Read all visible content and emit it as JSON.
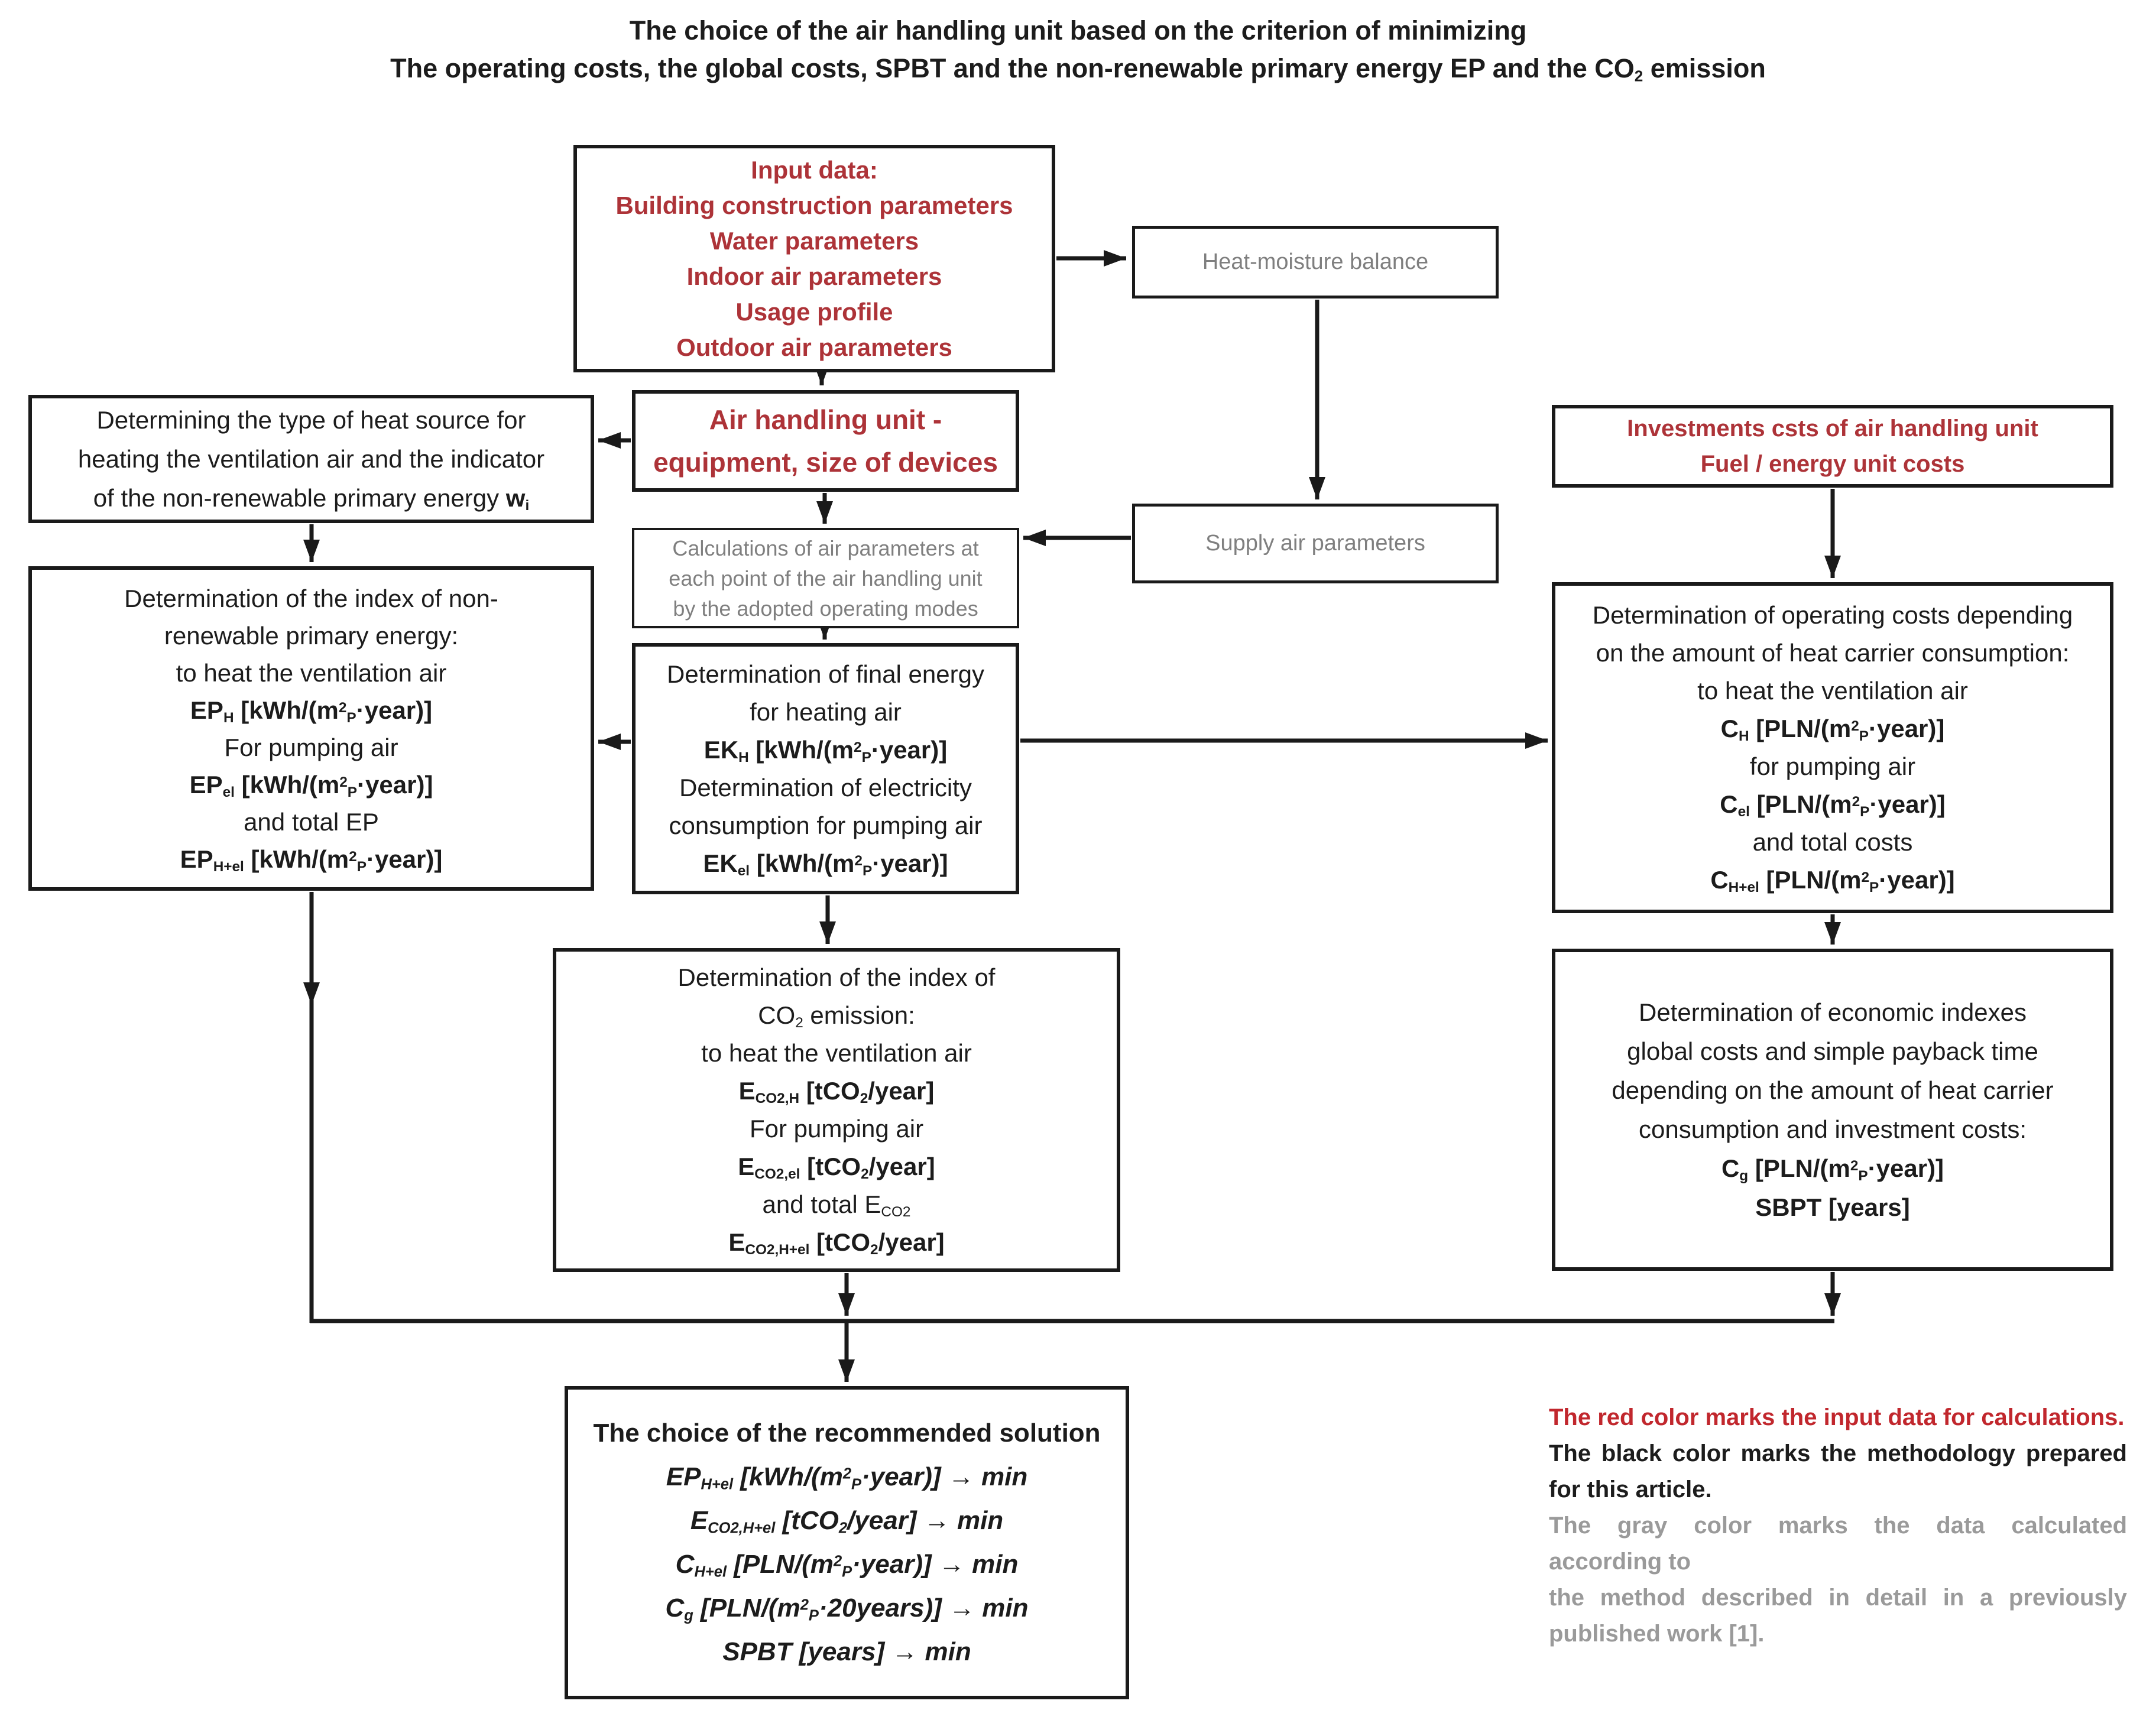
{
  "colors": {
    "black": "#1C1C1C",
    "border": "#1A1A1A",
    "red_box": "#AD3338",
    "red_legend": "#C1272D",
    "gray_box": "#7F7F7F",
    "gray_legend": "#9A9A9A"
  },
  "title": {
    "line1": "The choice of the air handling unit based on the criterion of minimizing",
    "line2": "The operating costs, the global costs, SPBT and the non-renewable primary energy EP and the CO~2~ emission"
  },
  "boxes": {
    "input_data": {
      "lines": [
        {
          "t": "Input data:",
          "s": ""
        },
        {
          "t": "Building construction parameters",
          "s": ""
        },
        {
          "t": "Water parameters",
          "s": ""
        },
        {
          "t": "Indoor air parameters",
          "s": ""
        },
        {
          "t": "Usage profile",
          "s": ""
        },
        {
          "t": "Outdoor air parameters",
          "s": ""
        }
      ]
    },
    "heat_moisture": {
      "lines": [
        {
          "t": "Heat-moisture balance",
          "s": ""
        }
      ]
    },
    "air_handling": {
      "lines": [
        {
          "t": "Air handling unit -",
          "s": ""
        },
        {
          "t": "equipment, size of devices",
          "s": ""
        }
      ]
    },
    "determining": {
      "lines": [
        {
          "t": "Determining the type of heat source for",
          "s": ""
        },
        {
          "t": "heating the ventilation air and the indicator",
          "s": ""
        },
        {
          "t": "of the non-renewable primary energy *w~i~*",
          "s": ""
        }
      ]
    },
    "calculations": {
      "lines": [
        {
          "t": "Calculations of air parameters at",
          "s": ""
        },
        {
          "t": "each point of the air handling unit",
          "s": ""
        },
        {
          "t": "by the adopted operating modes",
          "s": ""
        }
      ]
    },
    "supply_air": {
      "lines": [
        {
          "t": "Supply air parameters",
          "s": ""
        }
      ]
    },
    "investments": {
      "lines": [
        {
          "t": "Investments csts of air handling unit",
          "s": ""
        },
        {
          "t": "Fuel / energy unit costs",
          "s": ""
        }
      ]
    },
    "ep_index": {
      "lines": [
        {
          "t": "Determination of the index of non-",
          "s": ""
        },
        {
          "t": "renewable primary energy:",
          "s": ""
        },
        {
          "t": "to heat the ventilation air",
          "s": ""
        },
        {
          "t": "EP~H~ [kWh/(m^2^~P~·year)]",
          "s": "b"
        },
        {
          "t": "For pumping air",
          "s": ""
        },
        {
          "t": "EP~el~ [kWh/(m^2^~P~·year)]",
          "s": "b"
        },
        {
          "t": "and total EP",
          "s": ""
        },
        {
          "t": "EP~H+el~ [kWh/(m^2^~P~·year)]",
          "s": "b"
        }
      ]
    },
    "final_energy": {
      "lines": [
        {
          "t": "Determination of final energy",
          "s": ""
        },
        {
          "t": "for heating air",
          "s": ""
        },
        {
          "t": "EK~H~ [kWh/(m^2^~P~·year)]",
          "s": "b"
        },
        {
          "t": "Determination of electricity",
          "s": ""
        },
        {
          "t": "consumption for pumping air",
          "s": ""
        },
        {
          "t": "EK~el~ [kWh/(m^2^~P~·year)]",
          "s": "b"
        }
      ]
    },
    "operating_costs": {
      "lines": [
        {
          "t": "Determination of operating costs depending",
          "s": ""
        },
        {
          "t": "on the amount of heat carrier consumption:",
          "s": ""
        },
        {
          "t": "to heat the ventilation air",
          "s": ""
        },
        {
          "t": "C~H~ [PLN/(m^2^~P~·year)]",
          "s": "b"
        },
        {
          "t": "for pumping air",
          "s": ""
        },
        {
          "t": "C~el~ [PLN/(m^2^~P~·year)]",
          "s": "b"
        },
        {
          "t": "and total costs",
          "s": ""
        },
        {
          "t": "C~H+el~ [PLN/(m^2^~P~·year)]",
          "s": "b"
        }
      ]
    },
    "co2_emission": {
      "lines": [
        {
          "t": "Determination of the index of",
          "s": ""
        },
        {
          "t": "CO~2~ emission:",
          "s": ""
        },
        {
          "t": "to heat the ventilation air",
          "s": ""
        },
        {
          "t": "E~CO2,H~ [tCO~2~/year]",
          "s": "b"
        },
        {
          "t": "For pumping air",
          "s": ""
        },
        {
          "t": "E~CO2,el~ [tCO~2~/year]",
          "s": "b"
        },
        {
          "t": "and total E~CO2~",
          "s": ""
        },
        {
          "t": "E~CO2,H+el~ [tCO~2~/year]",
          "s": "b"
        }
      ]
    },
    "economic": {
      "lines": [
        {
          "t": "Determination of economic indexes",
          "s": ""
        },
        {
          "t": "global costs  and simple payback time",
          "s": ""
        },
        {
          "t": "depending on the amount of heat carrier",
          "s": ""
        },
        {
          "t": "consumption and investment costs:",
          "s": ""
        },
        {
          "t": "C~g~ [PLN/(m^2^~P~·year)]",
          "s": "b"
        },
        {
          "t": "SBPT [years]",
          "s": "b"
        }
      ]
    },
    "choice": {
      "lines": [
        {
          "t": "The choice of the recommended solution",
          "s": "b"
        },
        {
          "t": "EP~H+el~ [kWh/(m^2^~P~·year)] → min",
          "s": "bi"
        },
        {
          "t": "E~CO2,H+el~ [tCO~2~/year] → min",
          "s": "bi"
        },
        {
          "t": "C~H+el~ [PLN/(m^2^~P~·year)] → min",
          "s": "bi"
        },
        {
          "t": "C~g~ [PLN/(m^2^~P~·20years)] → min",
          "s": "bi"
        },
        {
          "t": "SPBT [years] → min",
          "s": "bi"
        }
      ]
    }
  },
  "legend": {
    "red": "The red color marks the input data for calculations.",
    "black": "The black color marks the methodology prepared for this article.",
    "gray1": "The gray color marks the data calculated according to",
    "gray2": "the method described in detail in a previously published work [1]."
  }
}
